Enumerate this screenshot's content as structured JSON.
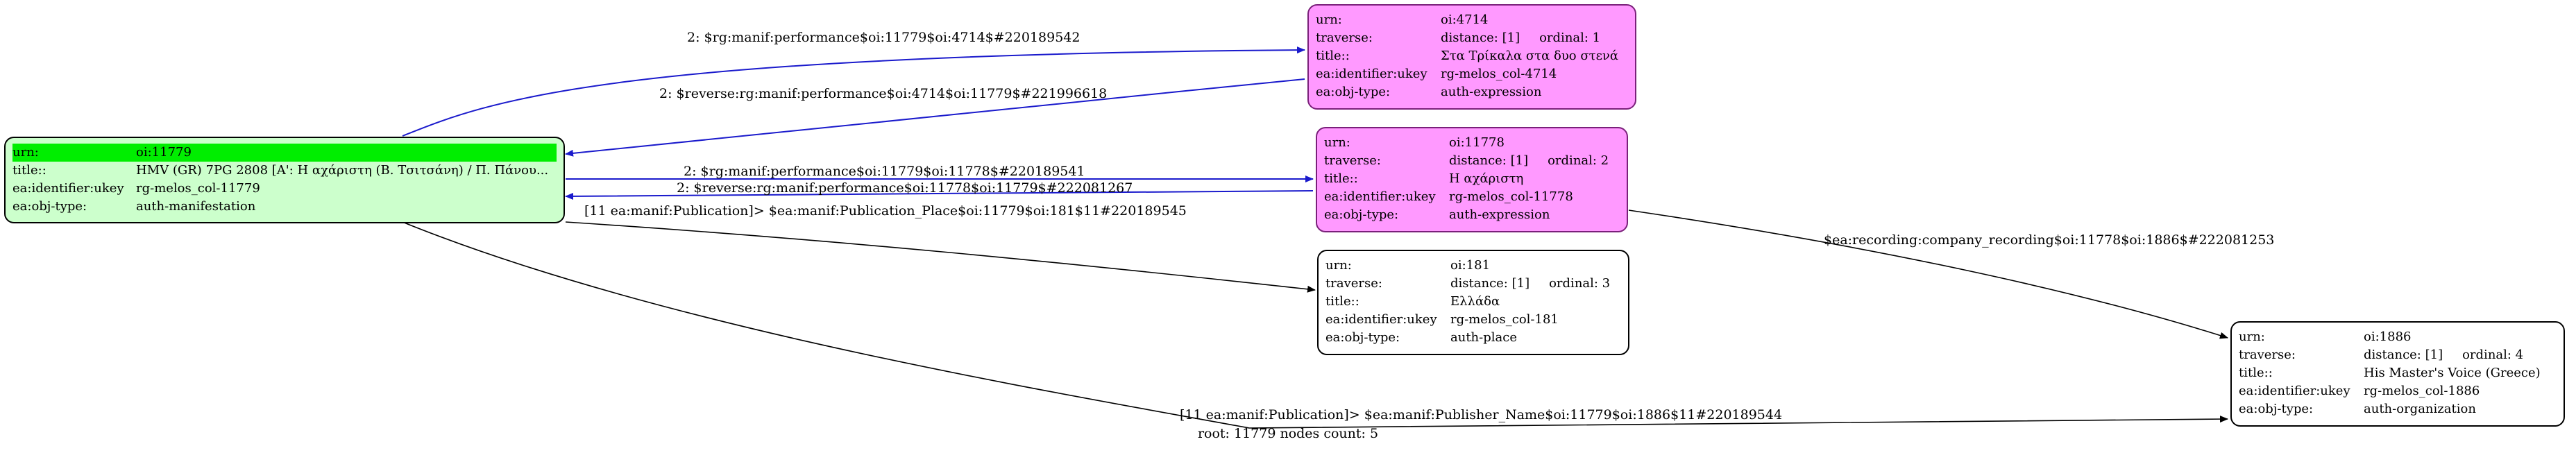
{
  "nodes": {
    "n4714": {
      "urn_k": "urn:",
      "urn_v": "oi:4714",
      "trav_k": "traverse:",
      "trav_v": "distance: [1]",
      "ord_v": "ordinal: 1",
      "title_k": "title::",
      "title_v": "Στα Τρίκαλα στα δυο στενά",
      "ukey_k": "ea:identifier:ukey",
      "ukey_v": "rg-melos_col-4714",
      "type_k": "ea:obj-type:",
      "type_v": "auth-expression"
    },
    "n11778": {
      "urn_k": "urn:",
      "urn_v": "oi:11778",
      "trav_k": "traverse:",
      "trav_v": "distance: [1]",
      "ord_v": "ordinal: 2",
      "title_k": "title::",
      "title_v": "Η αχάριστη",
      "ukey_k": "ea:identifier:ukey",
      "ukey_v": "rg-melos_col-11778",
      "type_k": "ea:obj-type:",
      "type_v": "auth-expression"
    },
    "n181": {
      "urn_k": "urn:",
      "urn_v": "oi:181",
      "trav_k": "traverse:",
      "trav_v": "distance: [1]",
      "ord_v": "ordinal: 3",
      "title_k": "title::",
      "title_v": "Ελλάδα",
      "ukey_k": "ea:identifier:ukey",
      "ukey_v": "rg-melos_col-181",
      "type_k": "ea:obj-type:",
      "type_v": "auth-place"
    },
    "n1886": {
      "urn_k": "urn:",
      "urn_v": "oi:1886",
      "trav_k": "traverse:",
      "trav_v": "distance: [1]",
      "ord_v": "ordinal: 4",
      "title_k": "title::",
      "title_v": "His Master's Voice (Greece)",
      "ukey_k": "ea:identifier:ukey",
      "ukey_v": "rg-melos_col-1886",
      "type_k": "ea:obj-type:",
      "type_v": "auth-organization"
    },
    "n11779": {
      "urn_k": "urn:",
      "urn_v": "oi:11779",
      "title_k": "title::",
      "title_v": "HMV (GR) 7PG 2808 [Α': Η αχάριστη (Β. Τσιτσάνη) / Π. Πάνου...",
      "ukey_k": "ea:identifier:ukey",
      "ukey_v": "rg-melos_col-11779",
      "type_k": "ea:obj-type:",
      "type_v": "auth-manifestation"
    }
  },
  "edges": {
    "e1": "2: $rg:manif:performance$oi:11779$oi:4714$#220189542",
    "e2": "2: $reverse:rg:manif:performance$oi:4714$oi:11779$#221996618",
    "e3": "2: $rg:manif:performance$oi:11779$oi:11778$#220189541",
    "e4": "2: $reverse:rg:manif:performance$oi:11778$oi:11779$#222081267",
    "e5": "[11 ea:manif:Publication]> $ea:manif:Publication_Place$oi:11779$oi:181$11#220189545",
    "e6": "$ea:recording:company_recording$oi:11778$oi:1886$#222081253",
    "e7": "[11 ea:manif:Publication]> $ea:manif:Publisher_Name$oi:11779$oi:1886$11#220189544"
  },
  "colors": {
    "performance_edge": "#1a1acc",
    "plain_edge": "#000000",
    "expression_fill": "#ff99ff",
    "root_fill": "#ccffcc",
    "root_highlight": "#00ee00"
  },
  "footer": "root: 11779 nodes count: 5"
}
